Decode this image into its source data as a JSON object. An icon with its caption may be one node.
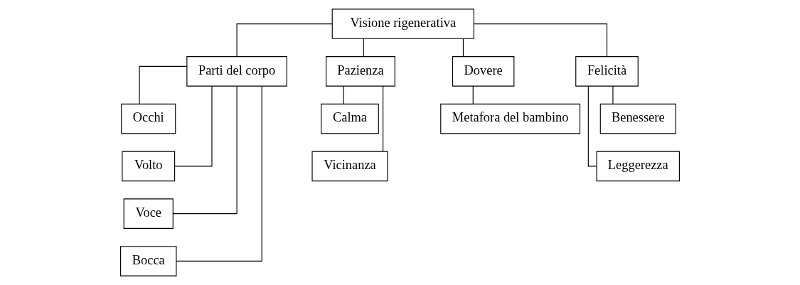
{
  "diagram": {
    "nodes": [
      {
        "text": [
          "Visione rigenerativa"
        ]
      },
      {
        "text": [
          "Parti del corpo"
        ]
      },
      {
        "text": [
          "Pazienza"
        ]
      },
      {
        "text": [
          "Dovere"
        ]
      },
      {
        "text": [
          "Felicità"
        ]
      },
      {
        "text": [
          "Occhi"
        ]
      },
      {
        "text": [
          "Volto"
        ]
      },
      {
        "text": [
          "Voce"
        ]
      },
      {
        "text": [
          "Bocca"
        ]
      },
      {
        "text": [
          "Calma"
        ]
      },
      {
        "text": [
          "Vicinanza"
        ]
      },
      {
        "text": [
          "Metafora del bambino"
        ]
      },
      {
        "text": [
          "Benessere"
        ]
      },
      {
        "text": [
          "Leggerezza"
        ]
      }
    ],
    "edges": [
      {
        "from": 0,
        "to": 1,
        "arrow": "none"
      },
      {
        "from": 0,
        "to": 2,
        "arrow": "none"
      },
      {
        "from": 0,
        "to": 3,
        "arrow": "none"
      },
      {
        "from": 0,
        "to": 4,
        "arrow": "none"
      },
      {
        "from": 1,
        "to": 5,
        "arrow": "none"
      },
      {
        "from": 1,
        "to": 6,
        "arrow": "none"
      },
      {
        "from": 1,
        "to": 7,
        "arrow": "none"
      },
      {
        "from": 1,
        "to": 8,
        "arrow": "none"
      },
      {
        "from": 2,
        "to": 9,
        "arrow": "none"
      },
      {
        "from": 2,
        "to": 10,
        "arrow": "none"
      },
      {
        "from": 3,
        "to": 11,
        "arrow": "none"
      },
      {
        "from": 4,
        "to": 12,
        "arrow": "none"
      },
      {
        "from": 4,
        "to": 13,
        "arrow": "none"
      }
    ]
  }
}
